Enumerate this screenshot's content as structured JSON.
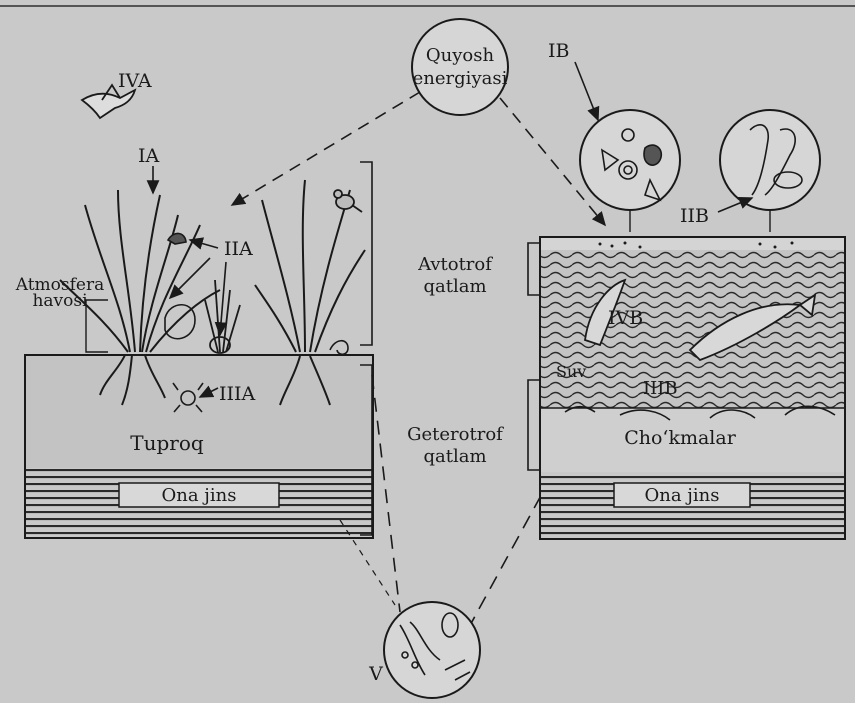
{
  "labels": {
    "sun_line1": "Quyosh",
    "sun_line2": "energiyasi",
    "iva": "IVA",
    "ia": "IA",
    "iia": "IIA",
    "iiia": "IIIA",
    "ib": "IB",
    "iib": "IIB",
    "ivb": "IVB",
    "iiib": "IIIB",
    "v": "V",
    "atmosfera_line1": "Atmosfera",
    "atmosfera_line2": "havosi",
    "avtotrof_line1": "Avtotrof",
    "avtotrof_line2": "qatlam",
    "geterotrof_line1": "Geterotrof",
    "geterotrof_line2": "qatlam",
    "tuproq": "Tuproq",
    "ona_jins_left": "Ona jins",
    "ona_jins_right": "Ona jins",
    "suv": "Suv",
    "chokmalar": "Cho‘kmalar"
  },
  "colors": {
    "page_background": "#c9c9c9",
    "ink": "#1a1a1a",
    "water_hatch": "#2a2a2a"
  }
}
